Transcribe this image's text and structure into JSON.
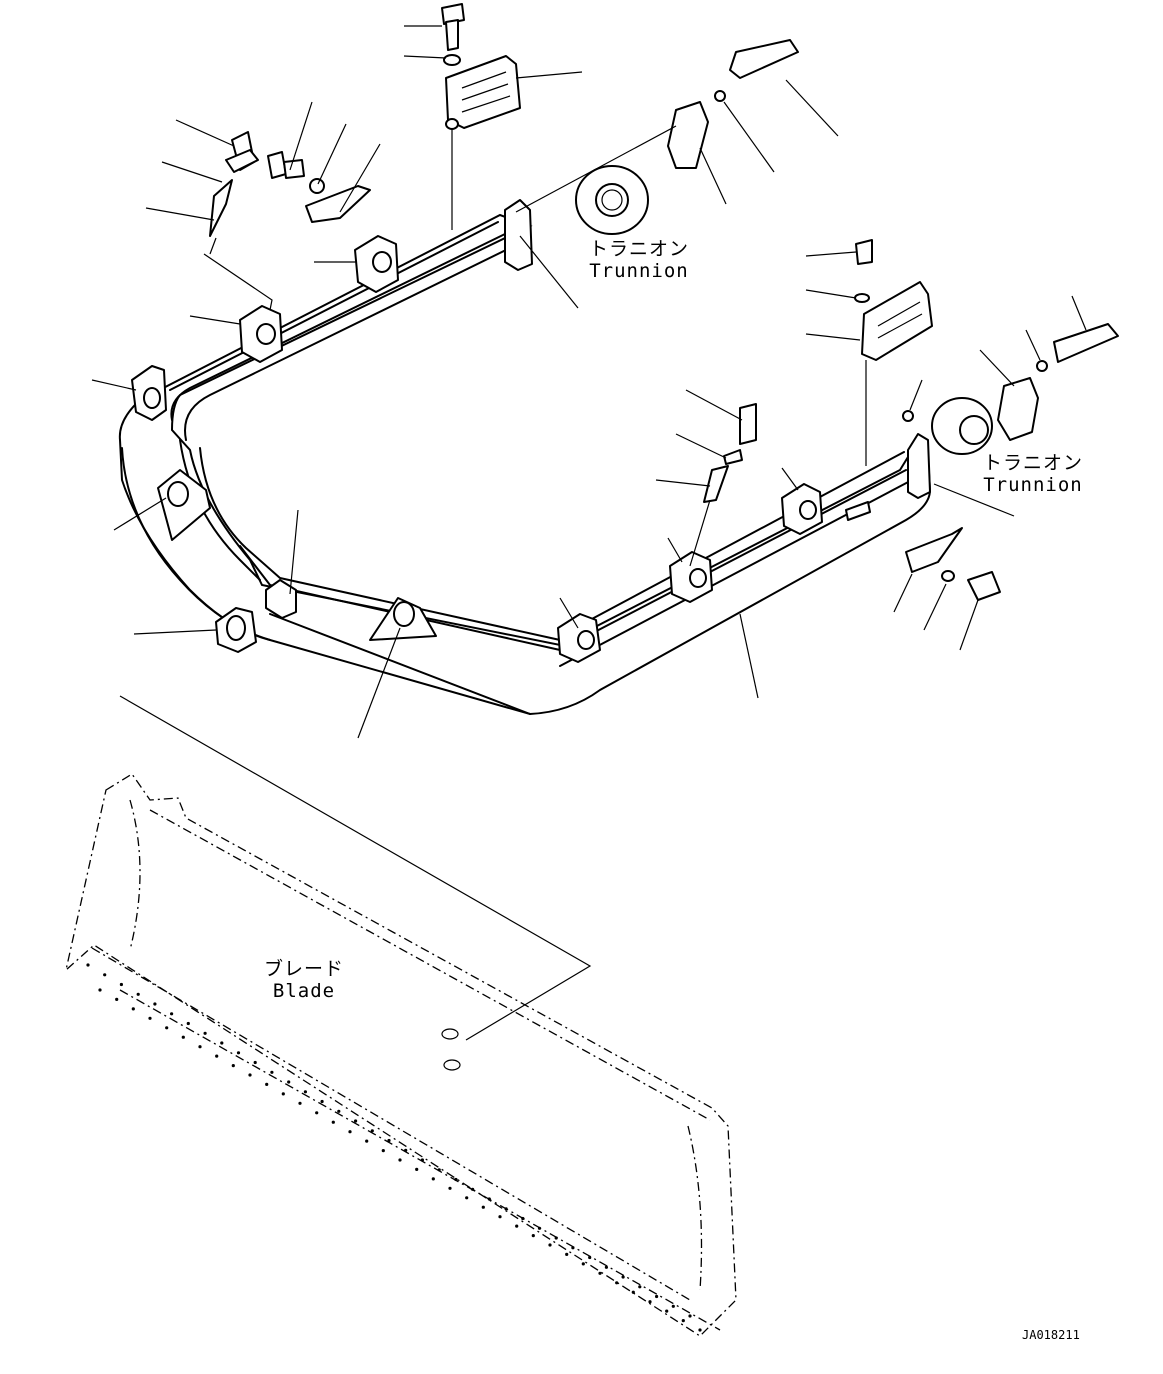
{
  "labels": {
    "trunnion_left_jp": "トラニオン",
    "trunnion_left_en": "Trunnion",
    "trunnion_right_jp": "トラニオン",
    "trunnion_right_en": "Trunnion",
    "blade_jp": "ブレード",
    "blade_en": "Blade"
  },
  "drawing_code": "JA018211"
}
